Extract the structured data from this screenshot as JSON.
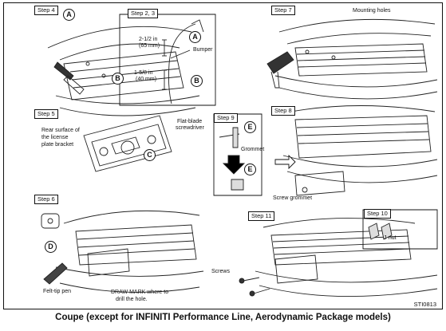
{
  "steps": {
    "s4": "Step 4",
    "s23": "Step 2, 3",
    "s7": "Step 7",
    "s5": "Step 5",
    "s9": "Step 9",
    "s8": "Step 8",
    "s6": "Step 6",
    "s11": "Step 11",
    "s10": "Step 10"
  },
  "callouts": {
    "a": "A",
    "b": "B",
    "c": "C",
    "d": "D",
    "e": "E"
  },
  "labels": {
    "dim1_l1": "2-1/2 in",
    "dim1_l2": "(65 mm)",
    "bumper": "Bumper",
    "dim2_l1": "1-5/8 in",
    "dim2_l2": "(40 mm)",
    "mounting_holes": "Mounting holes",
    "rear_l1": "Rear surface of",
    "rear_l2": "the license",
    "rear_l3": "plate bracket",
    "flat_l1": "Flat-blade",
    "flat_l2": "screwdriver",
    "grommet": "Grommet",
    "screw_grommet": "Screw grommet",
    "felt_tip": "Felt-tip pen",
    "draw_l1": "DRAW MARK where to",
    "draw_l2": "drill the hole.",
    "screws": "Screws",
    "jnut": "J-nut"
  },
  "figure_code": "STI0813",
  "caption": "Coupe (except for INFINITI Performance Line, Aerodynamic Package models)"
}
